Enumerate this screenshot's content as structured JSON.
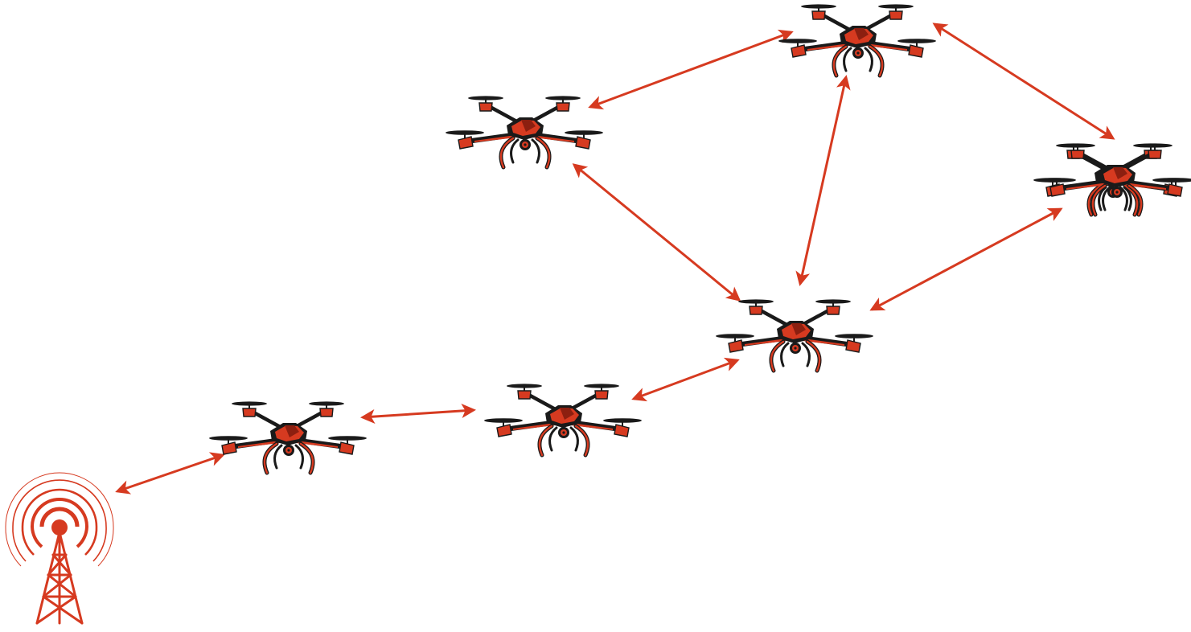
{
  "diagram": {
    "kind": "drone-mesh-network",
    "colors": {
      "link": "#d63a20",
      "drone_body": "#d63a20",
      "drone_dark": "#1a1a1a",
      "drone_shade": "#8c1f10",
      "tower": "#d63a20",
      "background": "#ffffff"
    },
    "icons": {
      "node": "drone-icon",
      "ground": "radio-tower-icon",
      "link": "double-headed-arrow"
    },
    "nodes": [
      {
        "id": "tower",
        "type": "ground-station"
      },
      {
        "id": "d1",
        "type": "drone"
      },
      {
        "id": "d2",
        "type": "drone"
      },
      {
        "id": "d3",
        "type": "drone"
      },
      {
        "id": "d4",
        "type": "drone"
      },
      {
        "id": "d5",
        "type": "drone"
      },
      {
        "id": "d6",
        "type": "drone"
      },
      {
        "id": "d7",
        "type": "drone"
      }
    ],
    "links": [
      {
        "from": "tower",
        "to": "d1",
        "bidirectional": true
      },
      {
        "from": "d1",
        "to": "d2",
        "bidirectional": true
      },
      {
        "from": "d2",
        "to": "d3",
        "bidirectional": true
      },
      {
        "from": "d3",
        "to": "d4",
        "bidirectional": true
      },
      {
        "from": "d3",
        "to": "d5",
        "bidirectional": true
      },
      {
        "from": "d3",
        "to": "d6",
        "bidirectional": true
      },
      {
        "from": "d4",
        "to": "d5",
        "bidirectional": true
      },
      {
        "from": "d5",
        "to": "d7",
        "bidirectional": true
      },
      {
        "from": "d7",
        "to": "d6",
        "bidirectional": true
      }
    ]
  }
}
